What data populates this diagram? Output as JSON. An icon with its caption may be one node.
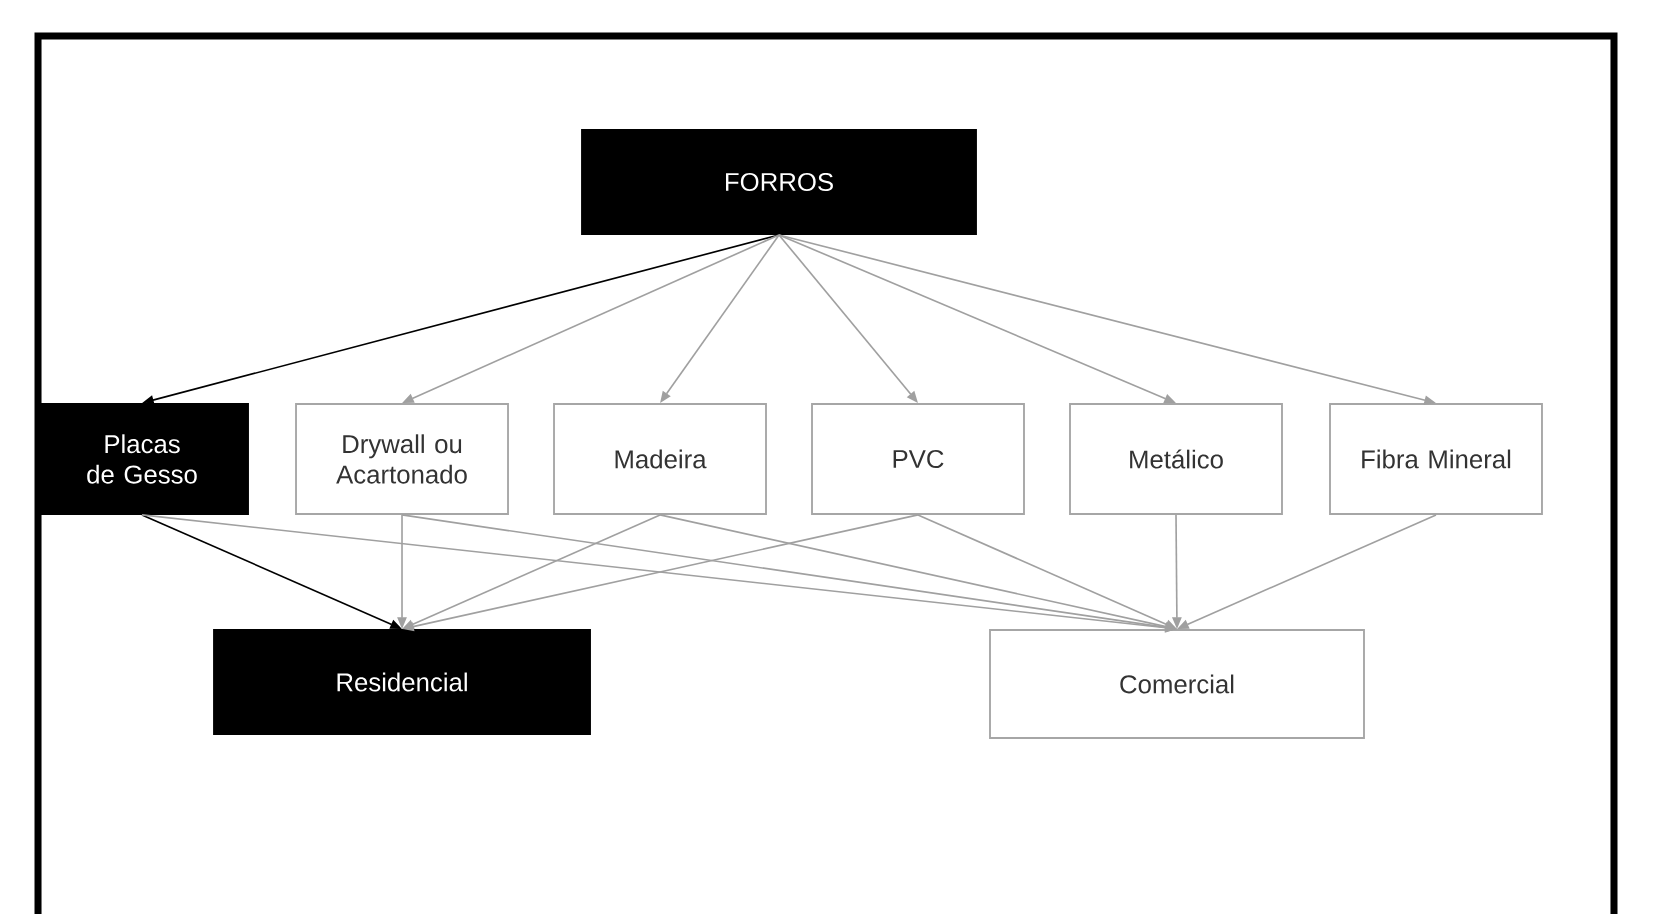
{
  "diagram": {
    "nodes": [
      {
        "text": [
          "FORROS"
        ]
      },
      {
        "text": [
          "Placas de Gesso"
        ]
      },
      {
        "text": [
          "Drywall ou Acartonado"
        ]
      },
      {
        "text": [
          "Madeira"
        ]
      },
      {
        "text": [
          "PVC"
        ]
      },
      {
        "text": [
          "Metálico"
        ]
      },
      {
        "text": [
          "Fibra Mineral"
        ]
      },
      {
        "text": [
          "Residencial"
        ]
      },
      {
        "text": [
          "Comercial"
        ]
      }
    ],
    "edges": [
      {
        "from": 0,
        "to": 1,
        "arrow": "to",
        "color": "#000000"
      },
      {
        "from": 0,
        "to": 2,
        "arrow": "to"
      },
      {
        "from": 0,
        "to": 3,
        "arrow": "to"
      },
      {
        "from": 0,
        "to": 4,
        "arrow": "to"
      },
      {
        "from": 0,
        "to": 5,
        "arrow": "to"
      },
      {
        "from": 0,
        "to": 6,
        "arrow": "to"
      },
      {
        "from": 1,
        "to": 7,
        "arrow": "to",
        "color": "#000000"
      },
      {
        "from": 1,
        "to": 8,
        "arrow": "to"
      },
      {
        "from": 2,
        "to": 7,
        "arrow": "to"
      },
      {
        "from": 2,
        "to": 8,
        "arrow": "to"
      },
      {
        "from": 3,
        "to": 7,
        "arrow": "to"
      },
      {
        "from": 3,
        "to": 8,
        "arrow": "to"
      },
      {
        "from": 4,
        "to": 7,
        "arrow": "to"
      },
      {
        "from": 4,
        "to": 8,
        "arrow": "to"
      },
      {
        "from": 5,
        "to": 8,
        "arrow": "to"
      },
      {
        "from": 6,
        "to": 8,
        "arrow": "to"
      }
    ]
  }
}
